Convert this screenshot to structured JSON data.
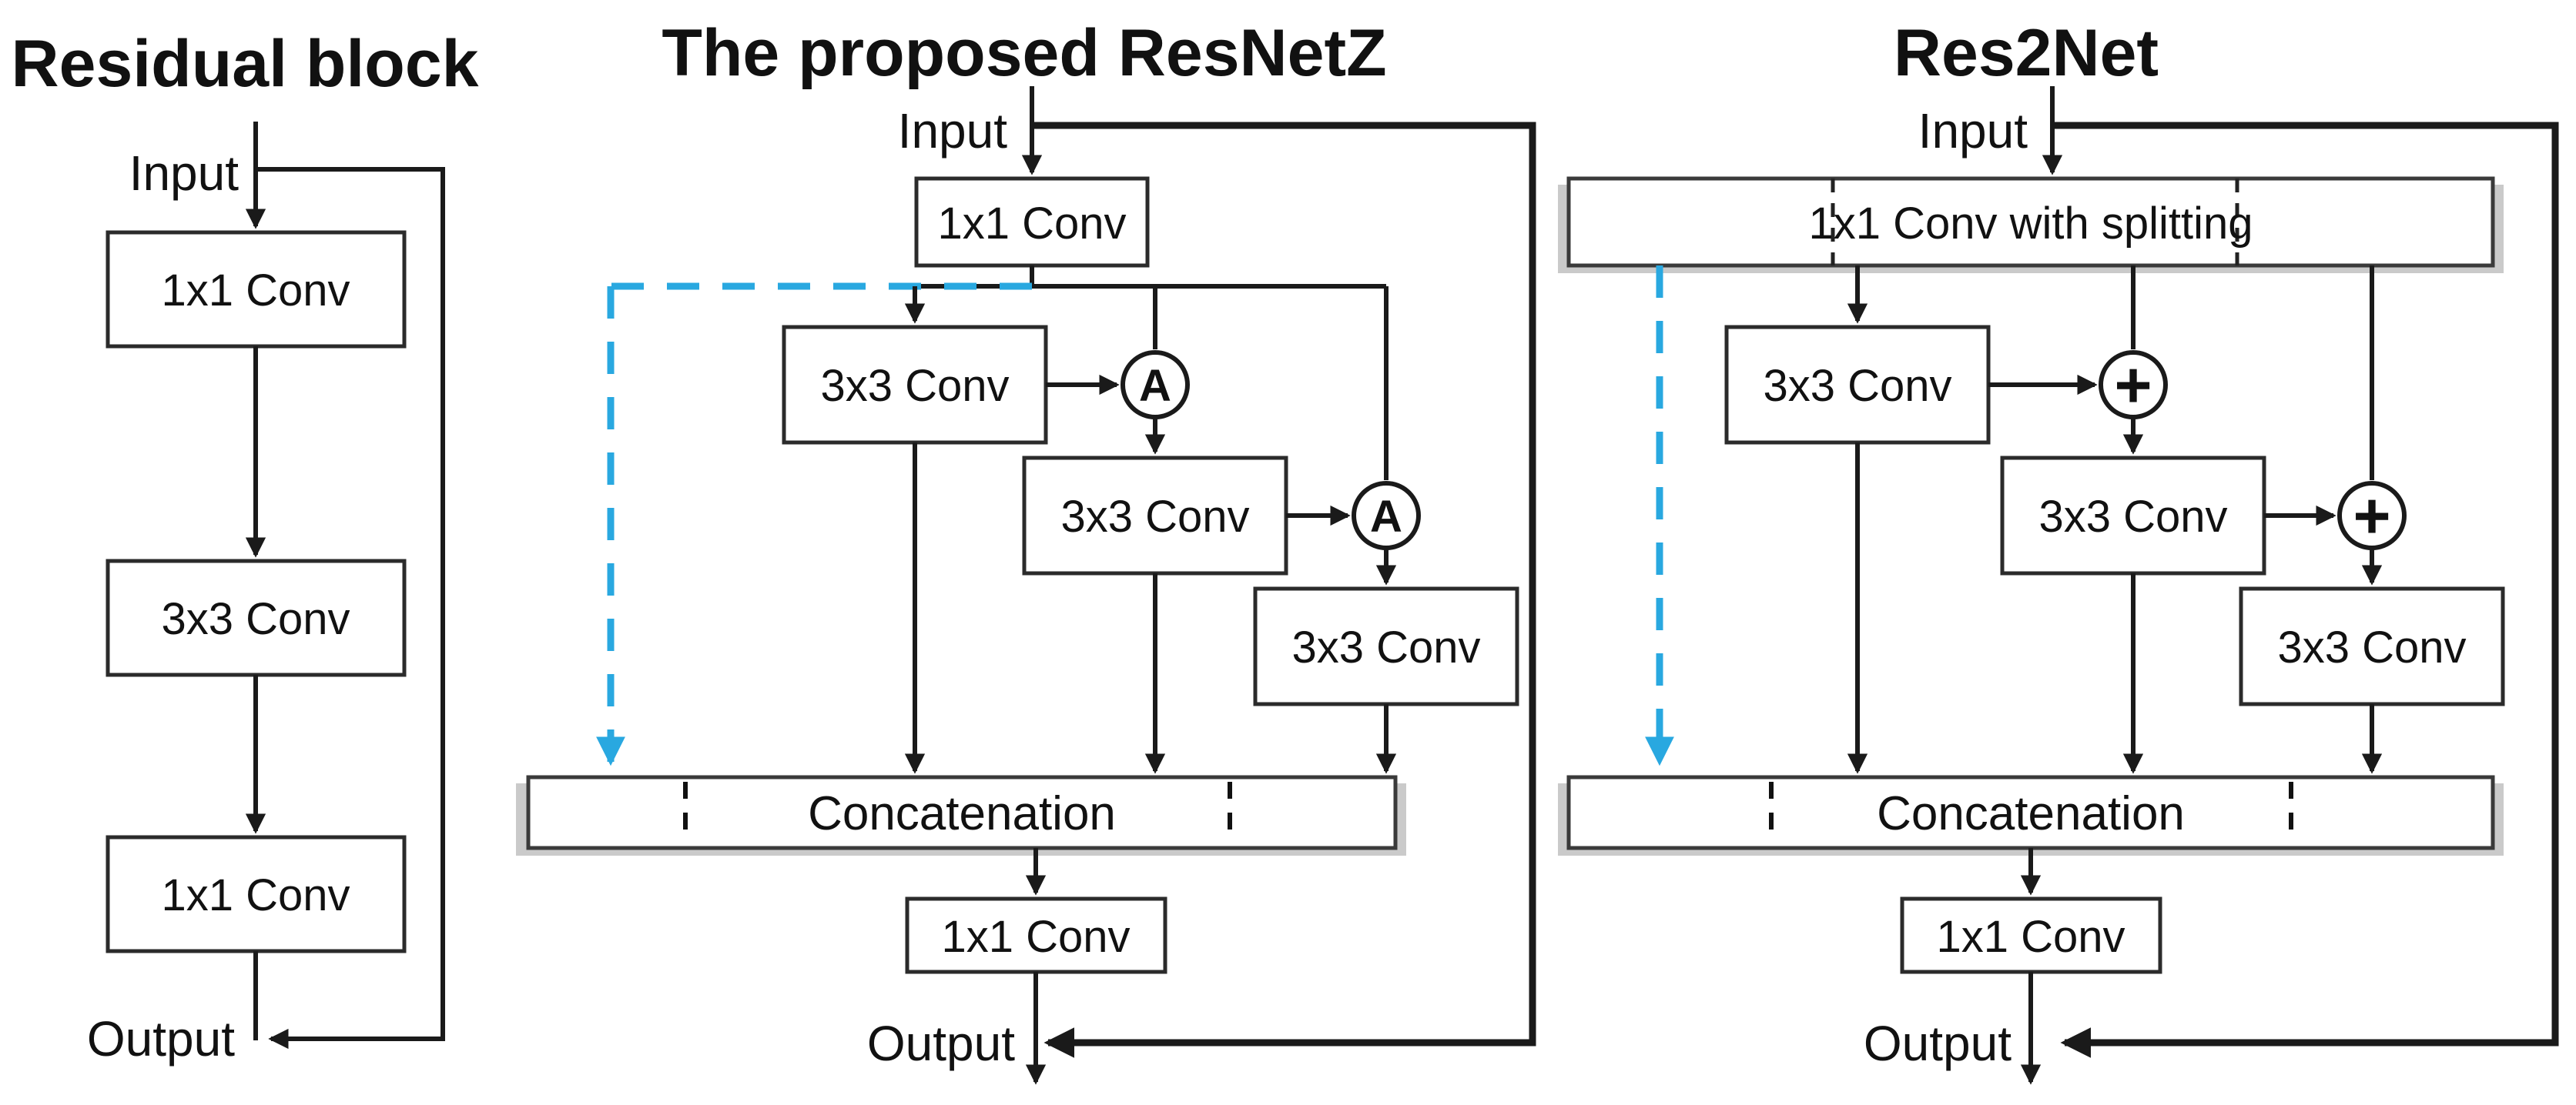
{
  "figure": {
    "colors": {
      "line": "#1a1a1a",
      "accent_blue": "#29a8e0",
      "box_fill": "#ffffff",
      "bar_shadow": "#9e9e9e",
      "background": "#ffffff"
    },
    "panels": {
      "residual": {
        "title": "Residual block",
        "input": "Input",
        "output": "Output",
        "block1": "1x1 Conv",
        "block2": "3x3 Conv",
        "block3": "1x1 Conv"
      },
      "resnetz": {
        "title": "The proposed ResNetZ",
        "input": "Input",
        "output": "Output",
        "entry": "1x1 Conv",
        "branch1": "3x3 Conv",
        "branch2": "3x3 Conv",
        "branch3": "3x3 Conv",
        "agg1": "A",
        "agg2": "A",
        "concat": "Concatenation",
        "exit": "1x1 Conv"
      },
      "res2net": {
        "title": "Res2Net",
        "input": "Input",
        "output": "Output",
        "entry": "1x1 Conv with splitting",
        "branch1": "3x3 Conv",
        "branch2": "3x3 Conv",
        "branch3": "3x3 Conv",
        "agg1": "+",
        "agg2": "+",
        "concat": "Concatenation",
        "exit": "1x1 Conv"
      }
    }
  }
}
